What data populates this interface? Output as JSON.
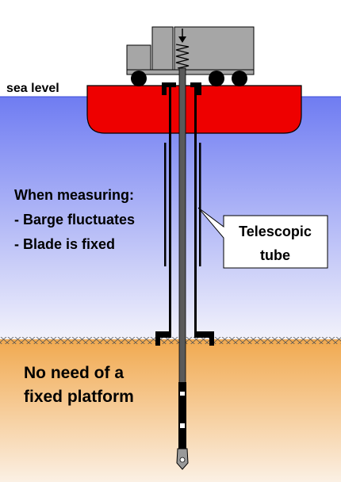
{
  "labels": {
    "sea_level": "sea level",
    "measuring_heading": "When measuring:",
    "bullet_barge": "- Barge fluctuates",
    "bullet_blade": "- Blade is fixed",
    "callout_line1": "Telescopic",
    "callout_line2": "tube",
    "platform_line1": "No need of a",
    "platform_line2": "fixed platform"
  },
  "colors": {
    "sea_top": "#6f7cf2",
    "sea_bottom": "#f2f2fb",
    "seabed_top": "#f1a94f",
    "seabed_bottom": "#fbf0e4",
    "barge": "#ee0000",
    "truck": "#a6a6a6",
    "tube": "#5a5a5a"
  }
}
